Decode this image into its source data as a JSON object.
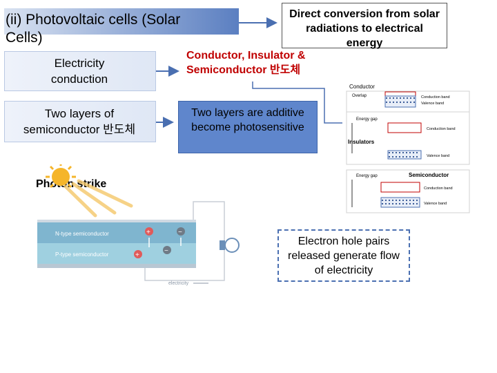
{
  "title": "(ii) Photovoltaic cells (Solar Cells)",
  "title_line1": "(ii) Photovoltaic cells (Solar",
  "title_line2": "Cells)",
  "direct_conversion": "Direct conversion from solar radiations to electrical energy",
  "electricity_conduction": "Electricity conduction",
  "conductor_insulator": "Conductor, Insulator & Semiconductor 반도체",
  "two_layers": "Two layers of semiconductor 반도체",
  "additive": "Two layers are additive become photosensitive",
  "photon_strike": "Photon strike",
  "electron_hole": "Electron hole pairs released generate flow of electricity",
  "cell": {
    "n_type": "N-type semiconductor",
    "p_type": "P-type semiconductor",
    "electricity": "electricity",
    "plus": "+",
    "minus": "−"
  },
  "bands": {
    "conductor_label": "Conductor",
    "overlap": "Overlap",
    "energy_gap": "Energy gap",
    "insulators": "Insulators",
    "semiconductor": "Semiconductor",
    "conduction_band": "Conduction band",
    "valence_band": "Valence band"
  },
  "colors": {
    "accent_blue": "#5f86cc",
    "red_text": "#c00000",
    "n_layer": "#7fb5cf",
    "p_layer": "#9fd0e0"
  }
}
